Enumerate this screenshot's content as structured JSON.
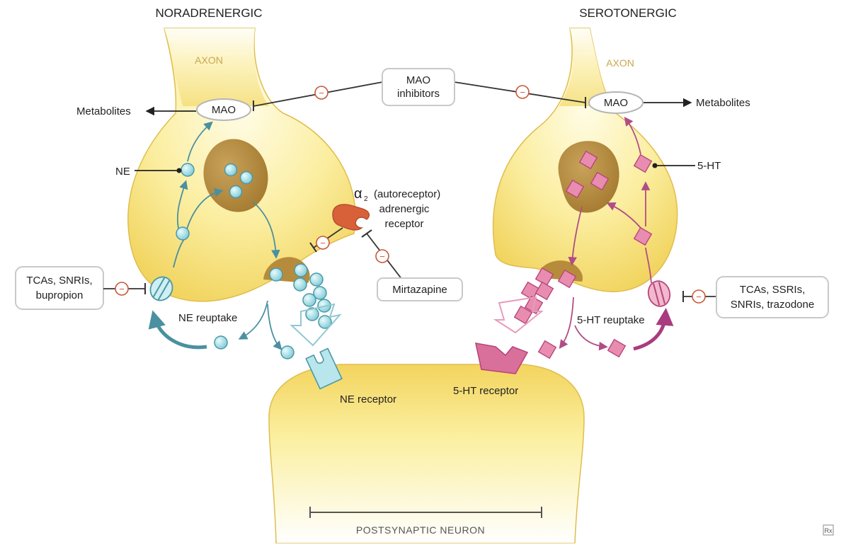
{
  "labels": {
    "noradrenergic": "NORADRENERGIC",
    "serotonergic": "SEROTONERGIC",
    "axon_left": "AXON",
    "axon_right": "AXON",
    "mao_left": "MAO",
    "mao_right": "MAO",
    "metabolites_left": "Metabolites",
    "metabolites_right": "Metabolites",
    "mao_inhibitors_line1": "MAO",
    "mao_inhibitors_line2": "inhibitors",
    "ne": "NE",
    "five_ht": "5-HT",
    "alpha_symbol": "α",
    "alpha_sub": "2",
    "alpha_line1": "(autoreceptor)",
    "alpha_line2": "adrenergic",
    "alpha_line3": "receptor",
    "mirtazapine": "Mirtazapine",
    "tcas_left_line1": "TCAs, SNRIs,",
    "tcas_left_line2": "bupropion",
    "tcas_right_line1": "TCAs, SSRIs,",
    "tcas_right_line2": "SNRIs, trazodone",
    "ne_reuptake": "NE reuptake",
    "ht_reuptake": "5-HT reuptake",
    "ne_receptor": "NE receptor",
    "ht_receptor": "5-HT receptor",
    "postsynaptic": "POSTSYNAPTIC NEURON",
    "logo": "Rx",
    "minus": "−"
  },
  "colors": {
    "neuron_fill": "#f6e27a",
    "neuron_light": "#fffbe2",
    "neuron_edge": "#d9b13b",
    "vesicle": "#b68c3c",
    "ne_molecule": "#b8e6ec",
    "ne_edge": "#4b98a6",
    "ne_arrow": "#4a90a0",
    "ht_molecule": "#e88db0",
    "ht_edge": "#b8457a",
    "ht_arrow": "#b14d85",
    "alpha_receptor": "#d8613a",
    "inhibit": "#c7583a",
    "axon_label": "#c9a74a"
  }
}
